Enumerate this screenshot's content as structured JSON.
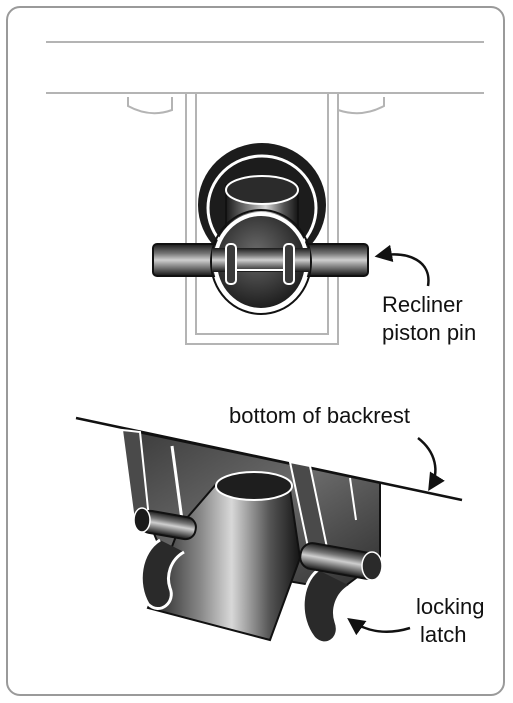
{
  "labels": {
    "recliner_line1": "Recliner",
    "recliner_line2": "piston pin",
    "backrest": "bottom of backrest",
    "latch_line1": "locking",
    "latch_line2": "latch"
  },
  "colors": {
    "frame_border": "#9a9a9a",
    "bracket_outline": "#b4b4b4",
    "ink": "#111111",
    "metal_dark": "#2a2a2a",
    "metal_mid": "#6e6e6e",
    "highlight": "#ffffff"
  }
}
